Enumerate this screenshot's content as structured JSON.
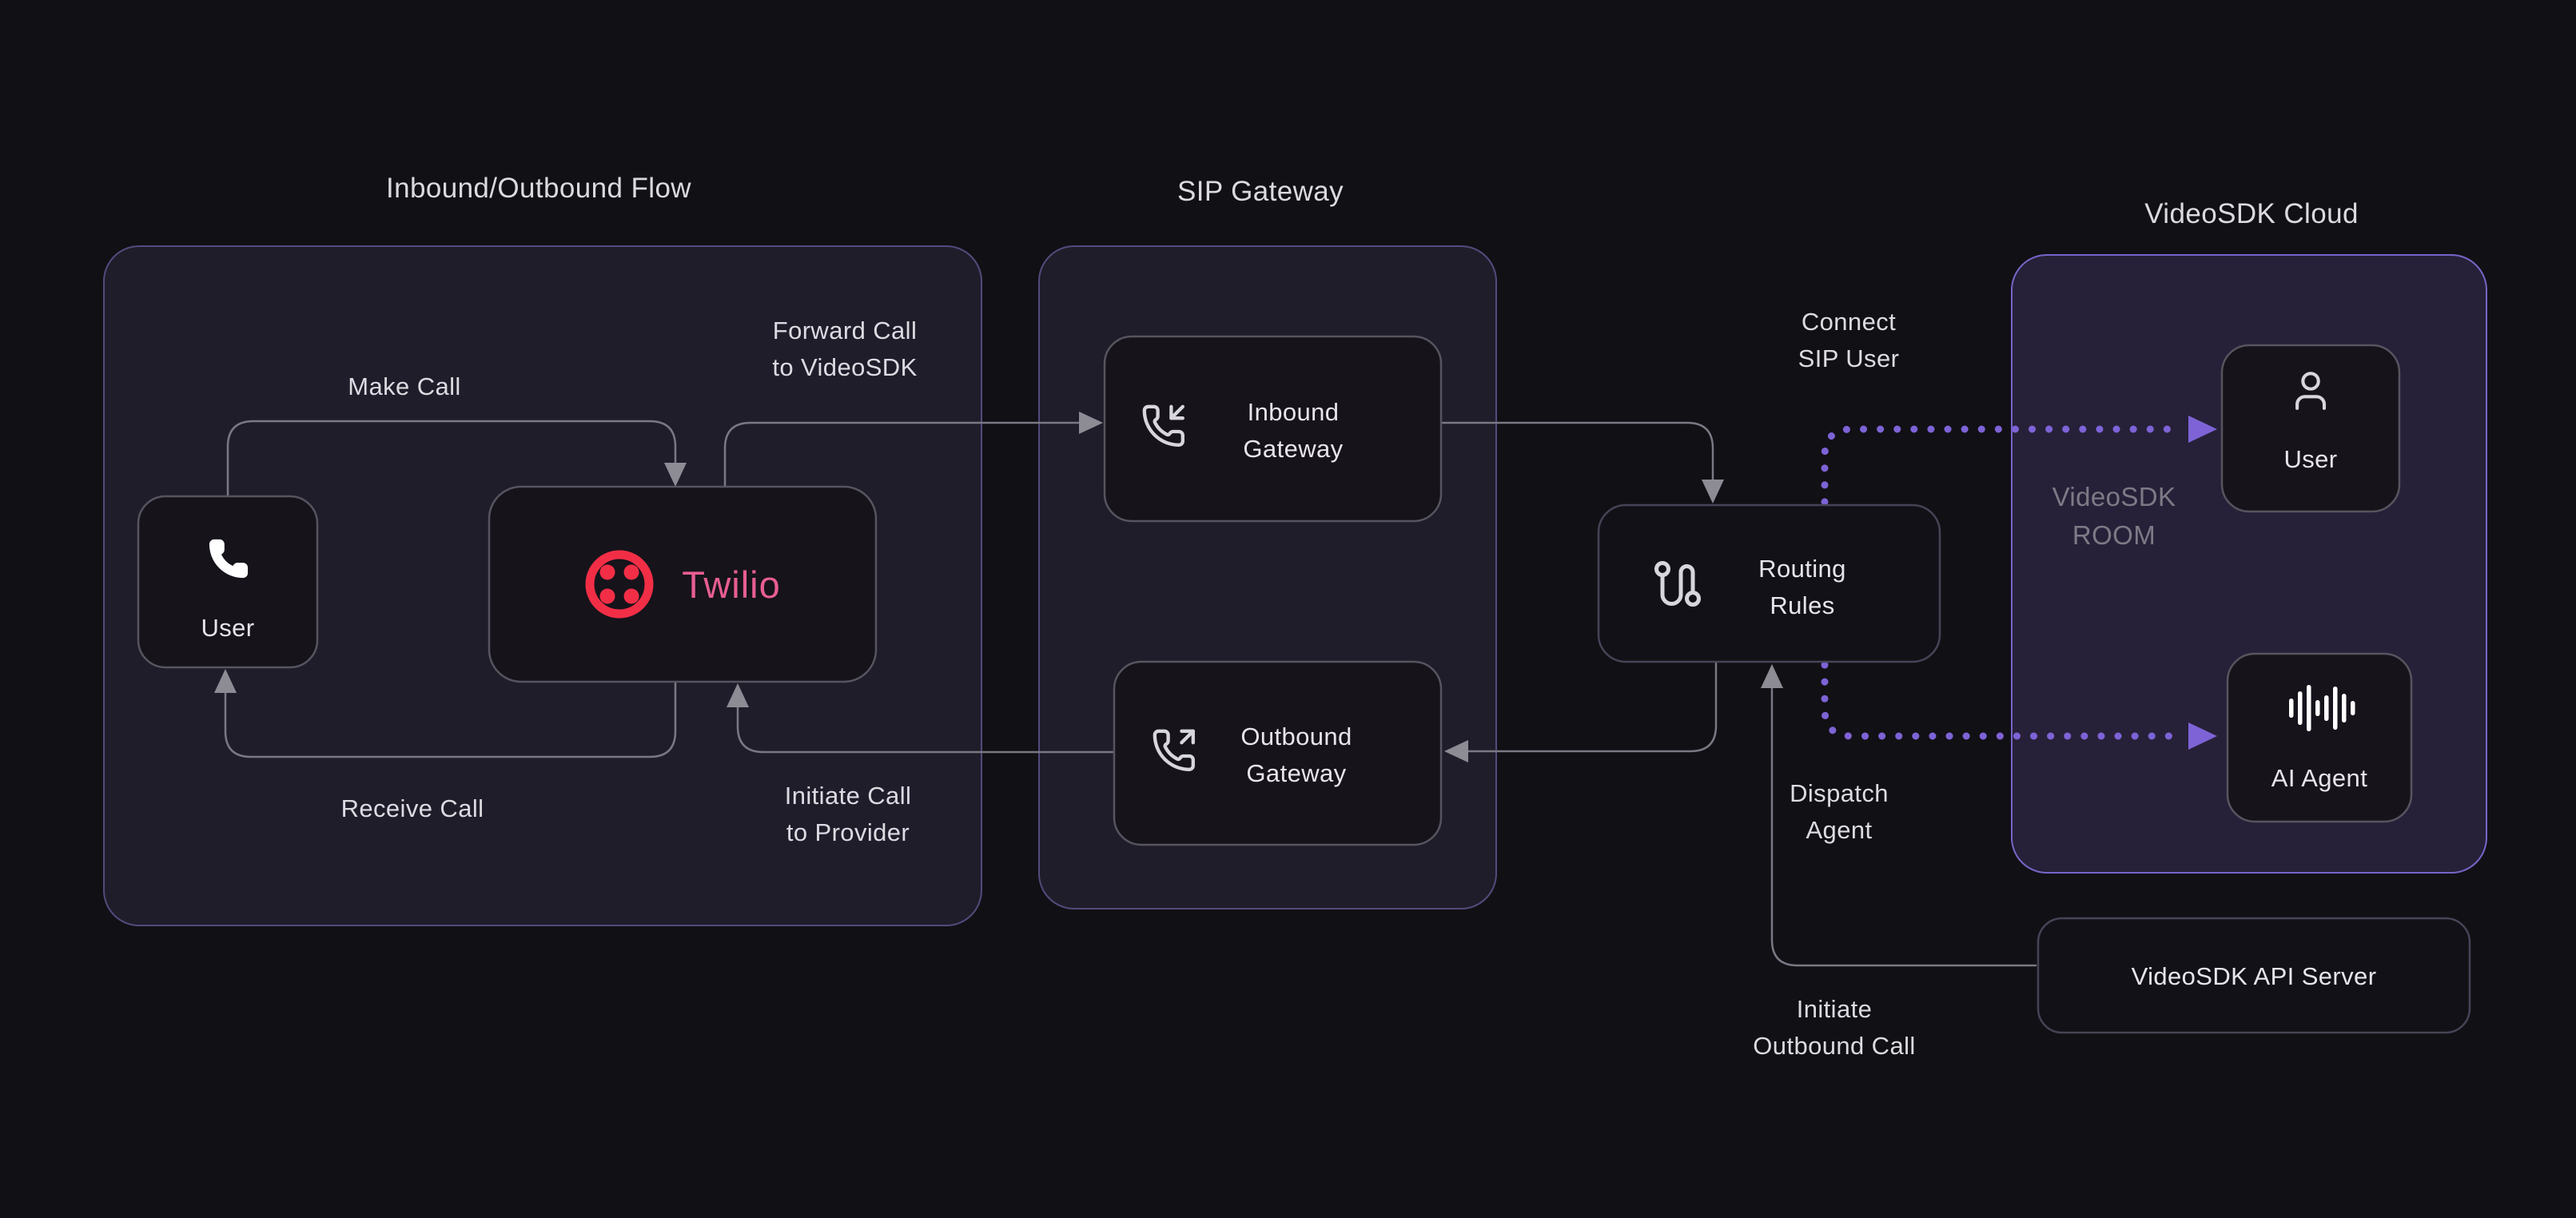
{
  "diagram": {
    "sections": {
      "flow": {
        "title": "Inbound/Outbound Flow"
      },
      "sip": {
        "title": "SIP Gateway"
      },
      "cloud": {
        "title": "VideoSDK Cloud",
        "room_line1": "VideoSDK",
        "room_line2": "ROOM"
      }
    },
    "nodes": {
      "caller_user": {
        "label": "User"
      },
      "twilio": {
        "label": "Twilio"
      },
      "inbound_gateway": {
        "line1": "Inbound",
        "line2": "Gateway"
      },
      "outbound_gateway": {
        "line1": "Outbound",
        "line2": "Gateway"
      },
      "routing_rules": {
        "line1": "Routing",
        "line2": "Rules"
      },
      "cloud_user": {
        "label": "User"
      },
      "ai_agent": {
        "label": "AI Agent"
      },
      "api_server": {
        "label": "VideoSDK API Server"
      }
    },
    "edges": {
      "make_call": {
        "label": "Make Call"
      },
      "receive_call": {
        "label": "Receive Call"
      },
      "forward_call": {
        "line1": "Forward Call",
        "line2": "to VideoSDK"
      },
      "initiate_call": {
        "line1": "Initiate Call",
        "line2": "to Provider"
      },
      "connect_sip_user": {
        "line1": "Connect",
        "line2": "SIP User"
      },
      "dispatch_agent": {
        "line1": "Dispatch",
        "line2": "Agent"
      },
      "initiate_outbound": {
        "line1": "Initiate",
        "line2": "Outbound Call"
      }
    },
    "colors": {
      "background": "#111015",
      "container_fill": "#201d2b",
      "container_border": "#554a7c",
      "cloud_fill": "#262138",
      "cloud_border": "#7765c8",
      "node_fill": "#16131b",
      "node_border": "#56555f",
      "subtle_border": "#454456",
      "connector_gray": "#7a7983",
      "arrow_gray": "#8d8c95",
      "accent_purple": "#7d63d6",
      "text_primary": "#e7e5eb",
      "text_muted": "#7d7a86",
      "twilio_red": "#f22e46",
      "twilio_pink": "#e75e93"
    }
  }
}
